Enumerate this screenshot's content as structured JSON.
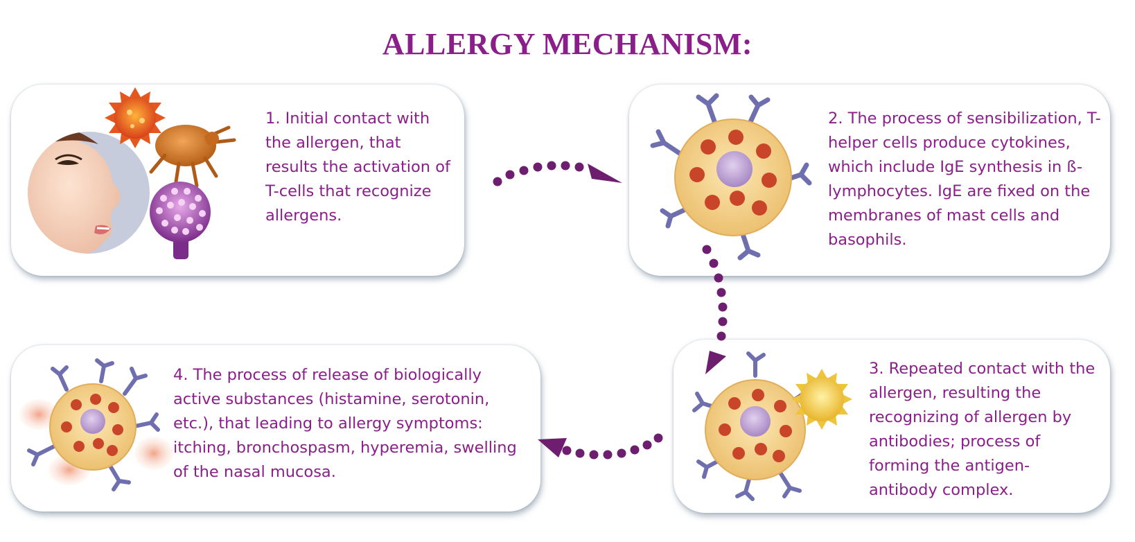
{
  "title": "ALLERGY MECHANISM:",
  "steps": [
    {
      "text": "1. Initial contact with the allergen, that results the activation of T-cells that recognize allergens."
    },
    {
      "text": "2. The process of sensibilization, T-helper cells produce cytokines, which include IgE synthesis in ß-lymphocytes.  IgE are fixed on the membranes of mast cells and basophils."
    },
    {
      "text": "3. Repeated contact with the allergen, resulting the recognizing of allergen by antibodies; process of forming the antigen-antibody complex."
    },
    {
      "text": "4. The process of release of biologically active substances (histamine, serotonin, etc.), that leading to allergy symptoms: itching, bronchospasm, hyperemia, swelling of the nasal mucosa."
    }
  ],
  "colors": {
    "accent": "#8a1f8a",
    "arrow": "#6e1e6e",
    "cell_fill": "#f6d58c",
    "nucleus": "#c6a8dc",
    "granule": "#c8452a",
    "antibody": "#6f6fb0"
  }
}
